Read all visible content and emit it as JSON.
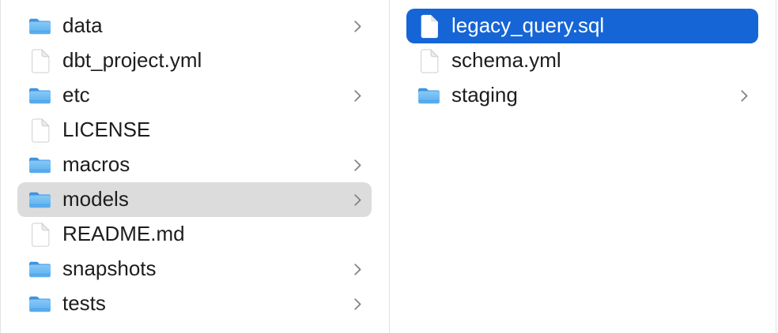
{
  "view": "finder-column-browser",
  "colors": {
    "selection_active": "#1565d6",
    "selection_inactive": "#dcdcdc",
    "selected_text": "#ffffff",
    "text": "#1d1d1f",
    "divider": "#e2e2e2",
    "chevron": "#7e7e7e",
    "folder_tab_blue": "#3e93e2",
    "folder_body_blue": "#58adee"
  },
  "columns": [
    {
      "name": "column-1",
      "items": [
        {
          "label": "data",
          "type": "folder",
          "icon": "blue-folder-icon",
          "has_chevron": true,
          "selected": "none"
        },
        {
          "label": "dbt_project.yml",
          "type": "file",
          "icon": "document-icon",
          "has_chevron": false,
          "selected": "none"
        },
        {
          "label": "etc",
          "type": "folder",
          "icon": "blue-folder-icon",
          "has_chevron": true,
          "selected": "none"
        },
        {
          "label": "LICENSE",
          "type": "file",
          "icon": "document-icon",
          "has_chevron": false,
          "selected": "none"
        },
        {
          "label": "macros",
          "type": "folder",
          "icon": "blue-folder-icon",
          "has_chevron": true,
          "selected": "none"
        },
        {
          "label": "models",
          "type": "folder",
          "icon": "blue-folder-icon",
          "has_chevron": true,
          "selected": "inactive"
        },
        {
          "label": "README.md",
          "type": "file",
          "icon": "document-icon",
          "has_chevron": false,
          "selected": "none"
        },
        {
          "label": "snapshots",
          "type": "folder",
          "icon": "blue-folder-icon",
          "has_chevron": true,
          "selected": "none"
        },
        {
          "label": "tests",
          "type": "folder",
          "icon": "blue-folder-icon",
          "has_chevron": true,
          "selected": "none"
        }
      ]
    },
    {
      "name": "column-2",
      "items": [
        {
          "label": "legacy_query.sql",
          "type": "file",
          "icon": "document-icon",
          "has_chevron": false,
          "selected": "active"
        },
        {
          "label": "schema.yml",
          "type": "file",
          "icon": "document-icon",
          "has_chevron": false,
          "selected": "none"
        },
        {
          "label": "staging",
          "type": "folder",
          "icon": "blue-folder-icon",
          "has_chevron": true,
          "selected": "none"
        }
      ]
    }
  ]
}
